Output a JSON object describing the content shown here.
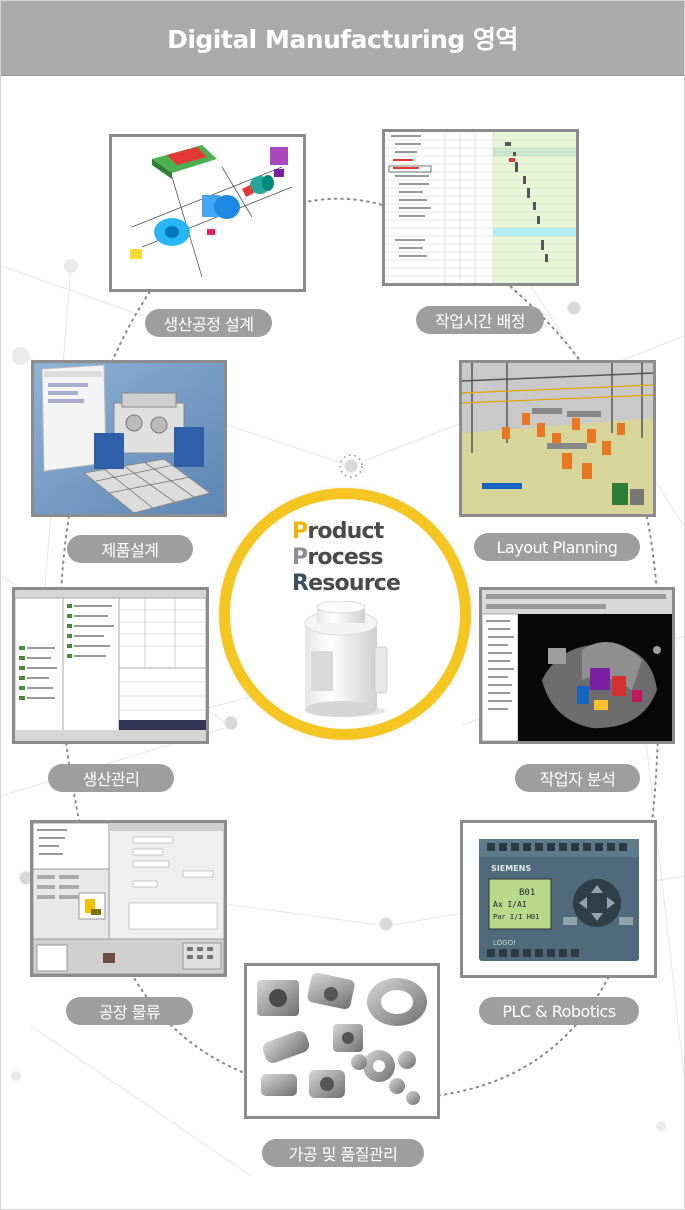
{
  "header": {
    "title": "Digital Manufacturing 영역"
  },
  "center": {
    "lines": [
      {
        "initial": "P",
        "rest": "roduct",
        "color": "#f0b400"
      },
      {
        "initial": "P",
        "rest": "rocess",
        "color": "#8a8f95"
      },
      {
        "initial": "R",
        "rest": "esource",
        "color": "#3d4f5c"
      }
    ]
  },
  "areas": [
    {
      "label": "생산공정 설계"
    },
    {
      "label": "작업시간 배정"
    },
    {
      "label": "제품설계"
    },
    {
      "label": "Layout Planning"
    },
    {
      "label": "생산관리"
    },
    {
      "label": "작업자 분석"
    },
    {
      "label": "공장 물류"
    },
    {
      "label": "PLC & Robotics"
    },
    {
      "label": "가공 및 품질관리"
    }
  ],
  "plc": {
    "brand": "SIEMENS",
    "screen_l1": "B01",
    "screen_l2": "Ax I/AI",
    "screen_l3": "Par I/I H01",
    "model": "LOGO!"
  },
  "colors": {
    "header": "#aaaaaa",
    "pill": "#9e9e9e",
    "ring": "#f5c521",
    "frame": "#8c8c8c"
  }
}
